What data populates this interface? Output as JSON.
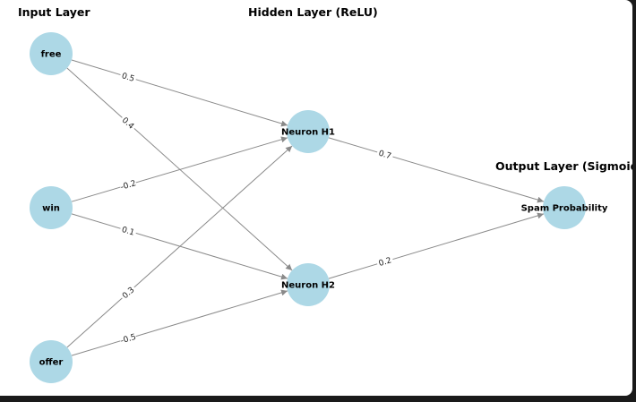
{
  "layers": {
    "input": "Input Layer",
    "hidden": "Hidden Layer (ReLU)",
    "output": "Output Layer (Sigmoid)"
  },
  "nodes": {
    "free": "free",
    "win": "win",
    "offer": "offer",
    "h1": "Neuron H1",
    "h2": "Neuron H2",
    "out": "Spam Probability"
  },
  "edges": [
    {
      "from": "free",
      "to": "h1",
      "weight": "0.5"
    },
    {
      "from": "free",
      "to": "h2",
      "weight": "0.4"
    },
    {
      "from": "win",
      "to": "h1",
      "weight": "-0.2"
    },
    {
      "from": "win",
      "to": "h2",
      "weight": "0.1"
    },
    {
      "from": "offer",
      "to": "h1",
      "weight": "0.3"
    },
    {
      "from": "offer",
      "to": "h2",
      "weight": "-0.5"
    },
    {
      "from": "h1",
      "to": "out",
      "weight": "0.7"
    },
    {
      "from": "h2",
      "to": "out",
      "weight": "0.2"
    }
  ],
  "colors": {
    "node_fill": "#add8e6",
    "edge": "#8a8a8a"
  }
}
